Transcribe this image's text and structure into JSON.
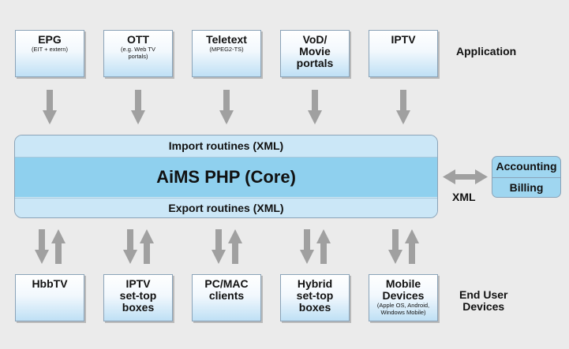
{
  "application_label": "Application",
  "end_user_label": [
    "End User",
    "Devices"
  ],
  "applications": [
    {
      "title": [
        "EPG"
      ],
      "sub": [
        "(EIT + extern)"
      ]
    },
    {
      "title": [
        "OTT"
      ],
      "sub": [
        "(e.g. Web TV",
        "portals)"
      ]
    },
    {
      "title": [
        "Teletext"
      ],
      "sub": [
        "(MPEG2-TS)"
      ]
    },
    {
      "title": [
        "VoD/",
        "Movie",
        "portals"
      ],
      "sub": []
    },
    {
      "title": [
        "IPTV"
      ],
      "sub": []
    }
  ],
  "core": {
    "import": "Import routines (XML)",
    "name": "AiMS PHP (Core)",
    "export": "Export routines (XML)"
  },
  "accounting": {
    "top": "Accounting",
    "bottom": "Billing"
  },
  "xml_label": "XML",
  "devices": [
    {
      "title": [
        "HbbTV"
      ],
      "sub": []
    },
    {
      "title": [
        "IPTV",
        "set-top",
        "boxes"
      ],
      "sub": []
    },
    {
      "title": [
        "PC/MAC",
        "clients"
      ],
      "sub": []
    },
    {
      "title": [
        "Hybrid",
        "set-top",
        "boxes"
      ],
      "sub": []
    },
    {
      "title": [
        "Mobile",
        "Devices"
      ],
      "sub": [
        "(Apple OS, Android,",
        "Windows Mobile)"
      ]
    }
  ],
  "colors": {
    "arrow": "#a0a0a0",
    "box_border": "#8aa3b8",
    "core_band": "#cbe7f7",
    "core_main": "#8fd0ee"
  }
}
